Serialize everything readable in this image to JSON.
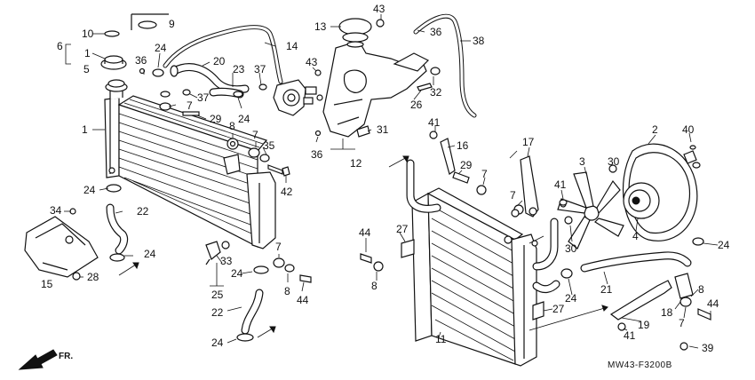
{
  "diagram": {
    "code": "MW43-F3200B",
    "direction": "FR."
  },
  "callouts": [
    {
      "id": "c9",
      "text": "9"
    },
    {
      "id": "c10",
      "text": "10"
    },
    {
      "id": "c6",
      "text": "6"
    },
    {
      "id": "c5",
      "text": "5"
    },
    {
      "id": "c1a",
      "text": "1"
    },
    {
      "id": "c1b",
      "text": "1"
    },
    {
      "id": "c24a",
      "text": "24"
    },
    {
      "id": "c36a",
      "text": "36"
    },
    {
      "id": "c20",
      "text": "20"
    },
    {
      "id": "c14",
      "text": "14"
    },
    {
      "id": "c23",
      "text": "23"
    },
    {
      "id": "c37a",
      "text": "37"
    },
    {
      "id": "c37b",
      "text": "37"
    },
    {
      "id": "c7a",
      "text": "7"
    },
    {
      "id": "c29a",
      "text": "29"
    },
    {
      "id": "c24b",
      "text": "24"
    },
    {
      "id": "c8a",
      "text": "8"
    },
    {
      "id": "c7b",
      "text": "7"
    },
    {
      "id": "c35",
      "text": "35"
    },
    {
      "id": "c42",
      "text": "42"
    },
    {
      "id": "c24c",
      "text": "24"
    },
    {
      "id": "c22a",
      "text": "22"
    },
    {
      "id": "c34",
      "text": "34"
    },
    {
      "id": "c24d",
      "text": "24"
    },
    {
      "id": "c15",
      "text": "15"
    },
    {
      "id": "c28",
      "text": "28"
    },
    {
      "id": "c33",
      "text": "33"
    },
    {
      "id": "c24e",
      "text": "24"
    },
    {
      "id": "c25",
      "text": "25"
    },
    {
      "id": "c7c",
      "text": "7"
    },
    {
      "id": "c8b",
      "text": "8"
    },
    {
      "id": "c44a",
      "text": "44"
    },
    {
      "id": "c22b",
      "text": "22"
    },
    {
      "id": "c24f",
      "text": "24"
    },
    {
      "id": "c43a",
      "text": "43"
    },
    {
      "id": "c13",
      "text": "13"
    },
    {
      "id": "c36b",
      "text": "36"
    },
    {
      "id": "c38",
      "text": "38"
    },
    {
      "id": "c43b",
      "text": "43"
    },
    {
      "id": "c32",
      "text": "32"
    },
    {
      "id": "c26",
      "text": "26"
    },
    {
      "id": "c31",
      "text": "31"
    },
    {
      "id": "c36c",
      "text": "36"
    },
    {
      "id": "c12",
      "text": "12"
    },
    {
      "id": "c41a",
      "text": "41"
    },
    {
      "id": "c16",
      "text": "16"
    },
    {
      "id": "c29b",
      "text": "29"
    },
    {
      "id": "c7d",
      "text": "7"
    },
    {
      "id": "c17",
      "text": "17"
    },
    {
      "id": "c2",
      "text": "2"
    },
    {
      "id": "c40",
      "text": "40"
    },
    {
      "id": "c3",
      "text": "3"
    },
    {
      "id": "c30a",
      "text": "30"
    },
    {
      "id": "c41b",
      "text": "41"
    },
    {
      "id": "c7e",
      "text": "7"
    },
    {
      "id": "c4",
      "text": "4"
    },
    {
      "id": "c30b",
      "text": "30"
    },
    {
      "id": "c24g",
      "text": "24"
    },
    {
      "id": "c44b",
      "text": "44"
    },
    {
      "id": "c27a",
      "text": "27"
    },
    {
      "id": "c8c",
      "text": "8"
    },
    {
      "id": "c24h",
      "text": "24"
    },
    {
      "id": "c21",
      "text": "21"
    },
    {
      "id": "c27b",
      "text": "27"
    },
    {
      "id": "c11",
      "text": "11"
    },
    {
      "id": "c8d",
      "text": "8"
    },
    {
      "id": "c44c",
      "text": "44"
    },
    {
      "id": "c18",
      "text": "18"
    },
    {
      "id": "c7f",
      "text": "7"
    },
    {
      "id": "c19",
      "text": "19"
    },
    {
      "id": "c41c",
      "text": "41"
    },
    {
      "id": "c39",
      "text": "39"
    }
  ]
}
